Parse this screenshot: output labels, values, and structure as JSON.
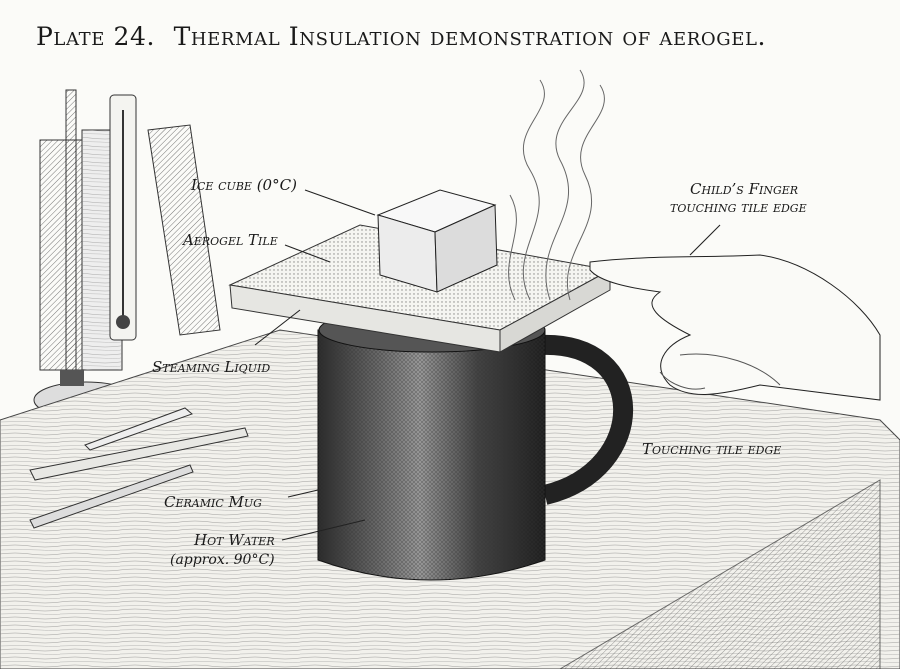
{
  "plate": {
    "number": "Plate 24.",
    "title": "Thermal Insulation demonstration of aerogel."
  },
  "labels": {
    "ice_cube": "Ice cube (0°C)",
    "aerogel_tile": "Aerogel Tile",
    "steaming_liquid": "Steaming Liquid",
    "ceramic_mug": "Ceramic Mug",
    "hot_water": "Hot Water",
    "hot_water_temp": "(approx. 90°C)",
    "childs_finger": "Child’s Finger",
    "finger_touch": "touching tile edge",
    "touching_edge": "Touching tile edge"
  },
  "colors": {
    "ink": "#1a1a1a",
    "paper": "#fbfbf8",
    "mug": "#3a3a3a"
  }
}
